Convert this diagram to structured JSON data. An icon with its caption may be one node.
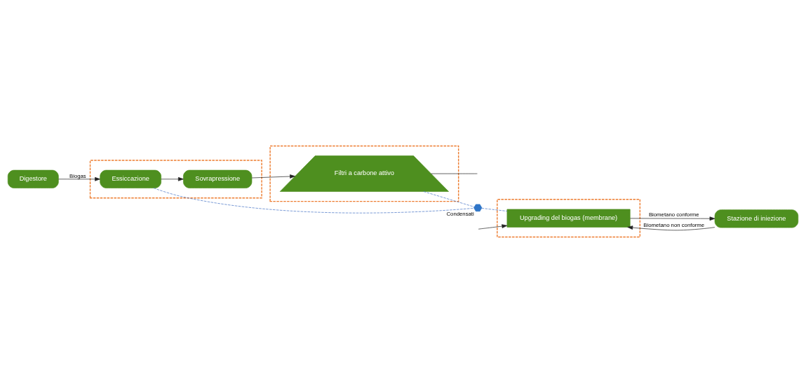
{
  "diagram": {
    "nodes": [
      {
        "text": [
          "Digestore"
        ]
      },
      {
        "text": [],
        "shape": "box"
      },
      {
        "text": [
          "Essiccazione"
        ],
        "in": 1
      },
      {
        "text": [
          "Sovrapressione"
        ],
        "in": 1
      },
      {
        "text": [],
        "shape": "box"
      },
      {
        "text": [
          "Filtri a carbone attivo"
        ],
        "in": 4
      },
      {
        "text": [],
        "shape": "hexagon",
        "beside": [
          "Condensati"
        ]
      },
      {
        "text": [],
        "shape": "box"
      },
      {
        "text": [
          "Upgrading del biogas (membrane)"
        ],
        "in": 7
      },
      {
        "text": [
          "Stazione di iniezione"
        ]
      }
    ],
    "edges": [
      {
        "from": 0,
        "to": 2,
        "arrow": "to",
        "label": "Biogas"
      },
      {
        "from": 2,
        "to": 3,
        "arrow": "to"
      },
      {
        "from": 3,
        "to": 5,
        "arrow": "to"
      },
      {
        "from": 5,
        "to": null,
        "arrow": "none"
      },
      {
        "from": null,
        "to": 8,
        "arrow": "to"
      },
      {
        "from": 2,
        "to": 6,
        "arrow": "none",
        "style": "dashed",
        "color": "#4472c4"
      },
      {
        "from": 5,
        "to": 6,
        "arrow": "none",
        "style": "dashed",
        "color": "#4472c4"
      },
      {
        "from": 6,
        "to": 8,
        "arrow": "none",
        "style": "dashed",
        "color": "#4472c4"
      },
      {
        "from": 8,
        "to": 9,
        "arrow": "to",
        "label": "Biometano conforme"
      },
      {
        "from": 9,
        "to": 8,
        "arrow": "to",
        "label": "Biometano non conforme"
      }
    ]
  }
}
